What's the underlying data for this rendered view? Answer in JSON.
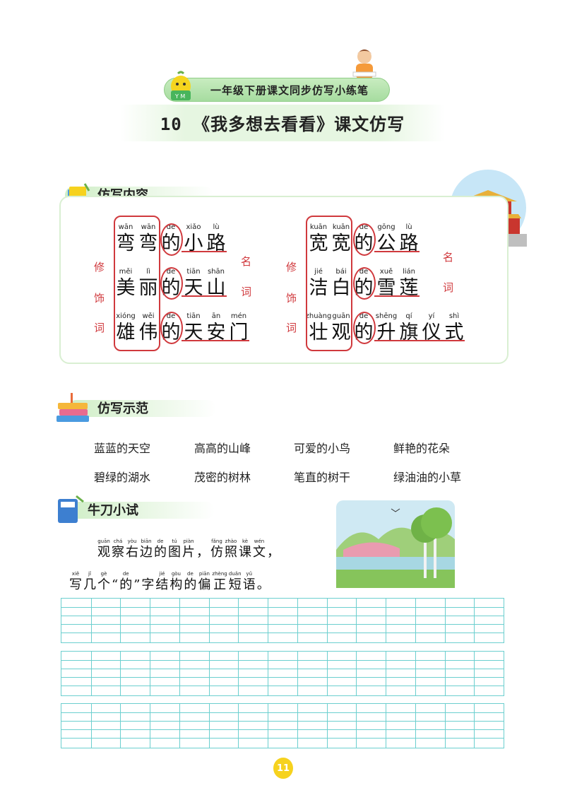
{
  "header": {
    "series": "一年级下册课文同步仿写小练笔",
    "title": "10 《我多想去看看》课文仿写"
  },
  "sections": {
    "content": "仿写内容",
    "examples": "仿写示范",
    "try": "牛刀小试"
  },
  "labels": {
    "modifier": [
      "修",
      "饰",
      "词"
    ],
    "noun": [
      "名",
      "词"
    ]
  },
  "left_phrases": [
    [
      {
        "py": "wān",
        "hz": "弯"
      },
      {
        "py": "wān",
        "hz": "弯"
      },
      {
        "py": "de",
        "hz": "的"
      },
      {
        "py": "xiǎo",
        "hz": "小"
      },
      {
        "py": "lù",
        "hz": "路"
      }
    ],
    [
      {
        "py": "měi",
        "hz": "美"
      },
      {
        "py": "lì",
        "hz": "丽"
      },
      {
        "py": "de",
        "hz": "的"
      },
      {
        "py": "tiān",
        "hz": "天"
      },
      {
        "py": "shān",
        "hz": "山"
      }
    ],
    [
      {
        "py": "xióng",
        "hz": "雄"
      },
      {
        "py": "wěi",
        "hz": "伟"
      },
      {
        "py": "de",
        "hz": "的"
      },
      {
        "py": "tiān",
        "hz": "天"
      },
      {
        "py": "ān",
        "hz": "安"
      },
      {
        "py": "mén",
        "hz": "门"
      }
    ]
  ],
  "right_phrases": [
    [
      {
        "py": "kuān",
        "hz": "宽"
      },
      {
        "py": "kuān",
        "hz": "宽"
      },
      {
        "py": "de",
        "hz": "的"
      },
      {
        "py": "gōng",
        "hz": "公"
      },
      {
        "py": "lù",
        "hz": "路"
      }
    ],
    [
      {
        "py": "jié",
        "hz": "洁"
      },
      {
        "py": "bái",
        "hz": "白"
      },
      {
        "py": "de",
        "hz": "的"
      },
      {
        "py": "xuě",
        "hz": "雪"
      },
      {
        "py": "lián",
        "hz": "莲"
      }
    ],
    [
      {
        "py": "zhuàng",
        "hz": "壮"
      },
      {
        "py": "guān",
        "hz": "观"
      },
      {
        "py": "de",
        "hz": "的"
      },
      {
        "py": "shēng",
        "hz": "升"
      },
      {
        "py": "qí",
        "hz": "旗"
      },
      {
        "py": "yí",
        "hz": "仪"
      },
      {
        "py": "shì",
        "hz": "式"
      }
    ]
  ],
  "examples": [
    "蓝蓝的天空",
    "高高的山峰",
    "可爱的小鸟",
    "鲜艳的花朵",
    "碧绿的湖水",
    "茂密的树林",
    "笔直的树干",
    "绿油油的小草"
  ],
  "prompt": {
    "line1": [
      {
        "py": "guān",
        "hz": "观"
      },
      {
        "py": "chá",
        "hz": "察"
      },
      {
        "py": "yòu",
        "hz": "右"
      },
      {
        "py": "biān",
        "hz": "边"
      },
      {
        "py": "de",
        "hz": "的"
      },
      {
        "py": "tú",
        "hz": "图"
      },
      {
        "py": "piàn",
        "hz": "片"
      },
      {
        "py": "",
        "hz": "，"
      },
      {
        "py": "fǎng",
        "hz": "仿"
      },
      {
        "py": "zhào",
        "hz": "照"
      },
      {
        "py": "kè",
        "hz": "课"
      },
      {
        "py": "wén",
        "hz": "文"
      },
      {
        "py": "",
        "hz": "，"
      }
    ],
    "line2": [
      {
        "py": "xiě",
        "hz": "写"
      },
      {
        "py": "jǐ",
        "hz": "几"
      },
      {
        "py": "gè",
        "hz": "个"
      },
      {
        "py": "",
        "hz": "“"
      },
      {
        "py": "de",
        "hz": "的"
      },
      {
        "py": "",
        "hz": "”"
      },
      {
        "py": "",
        "hz": "字"
      },
      {
        "py": "jié",
        "hz": "结"
      },
      {
        "py": "gòu",
        "hz": "构"
      },
      {
        "py": "de",
        "hz": "的"
      },
      {
        "py": "piān",
        "hz": "偏"
      },
      {
        "py": "zhèng",
        "hz": "正"
      },
      {
        "py": "duǎn",
        "hz": "短"
      },
      {
        "py": "yǔ",
        "hz": "语"
      },
      {
        "py": "",
        "hz": "。"
      }
    ]
  },
  "page_number": "11",
  "colors": {
    "accent_red": "#d0393d",
    "grid": "#6ccfcf",
    "green": "#a6dca0",
    "badge": "#f6d21e"
  }
}
